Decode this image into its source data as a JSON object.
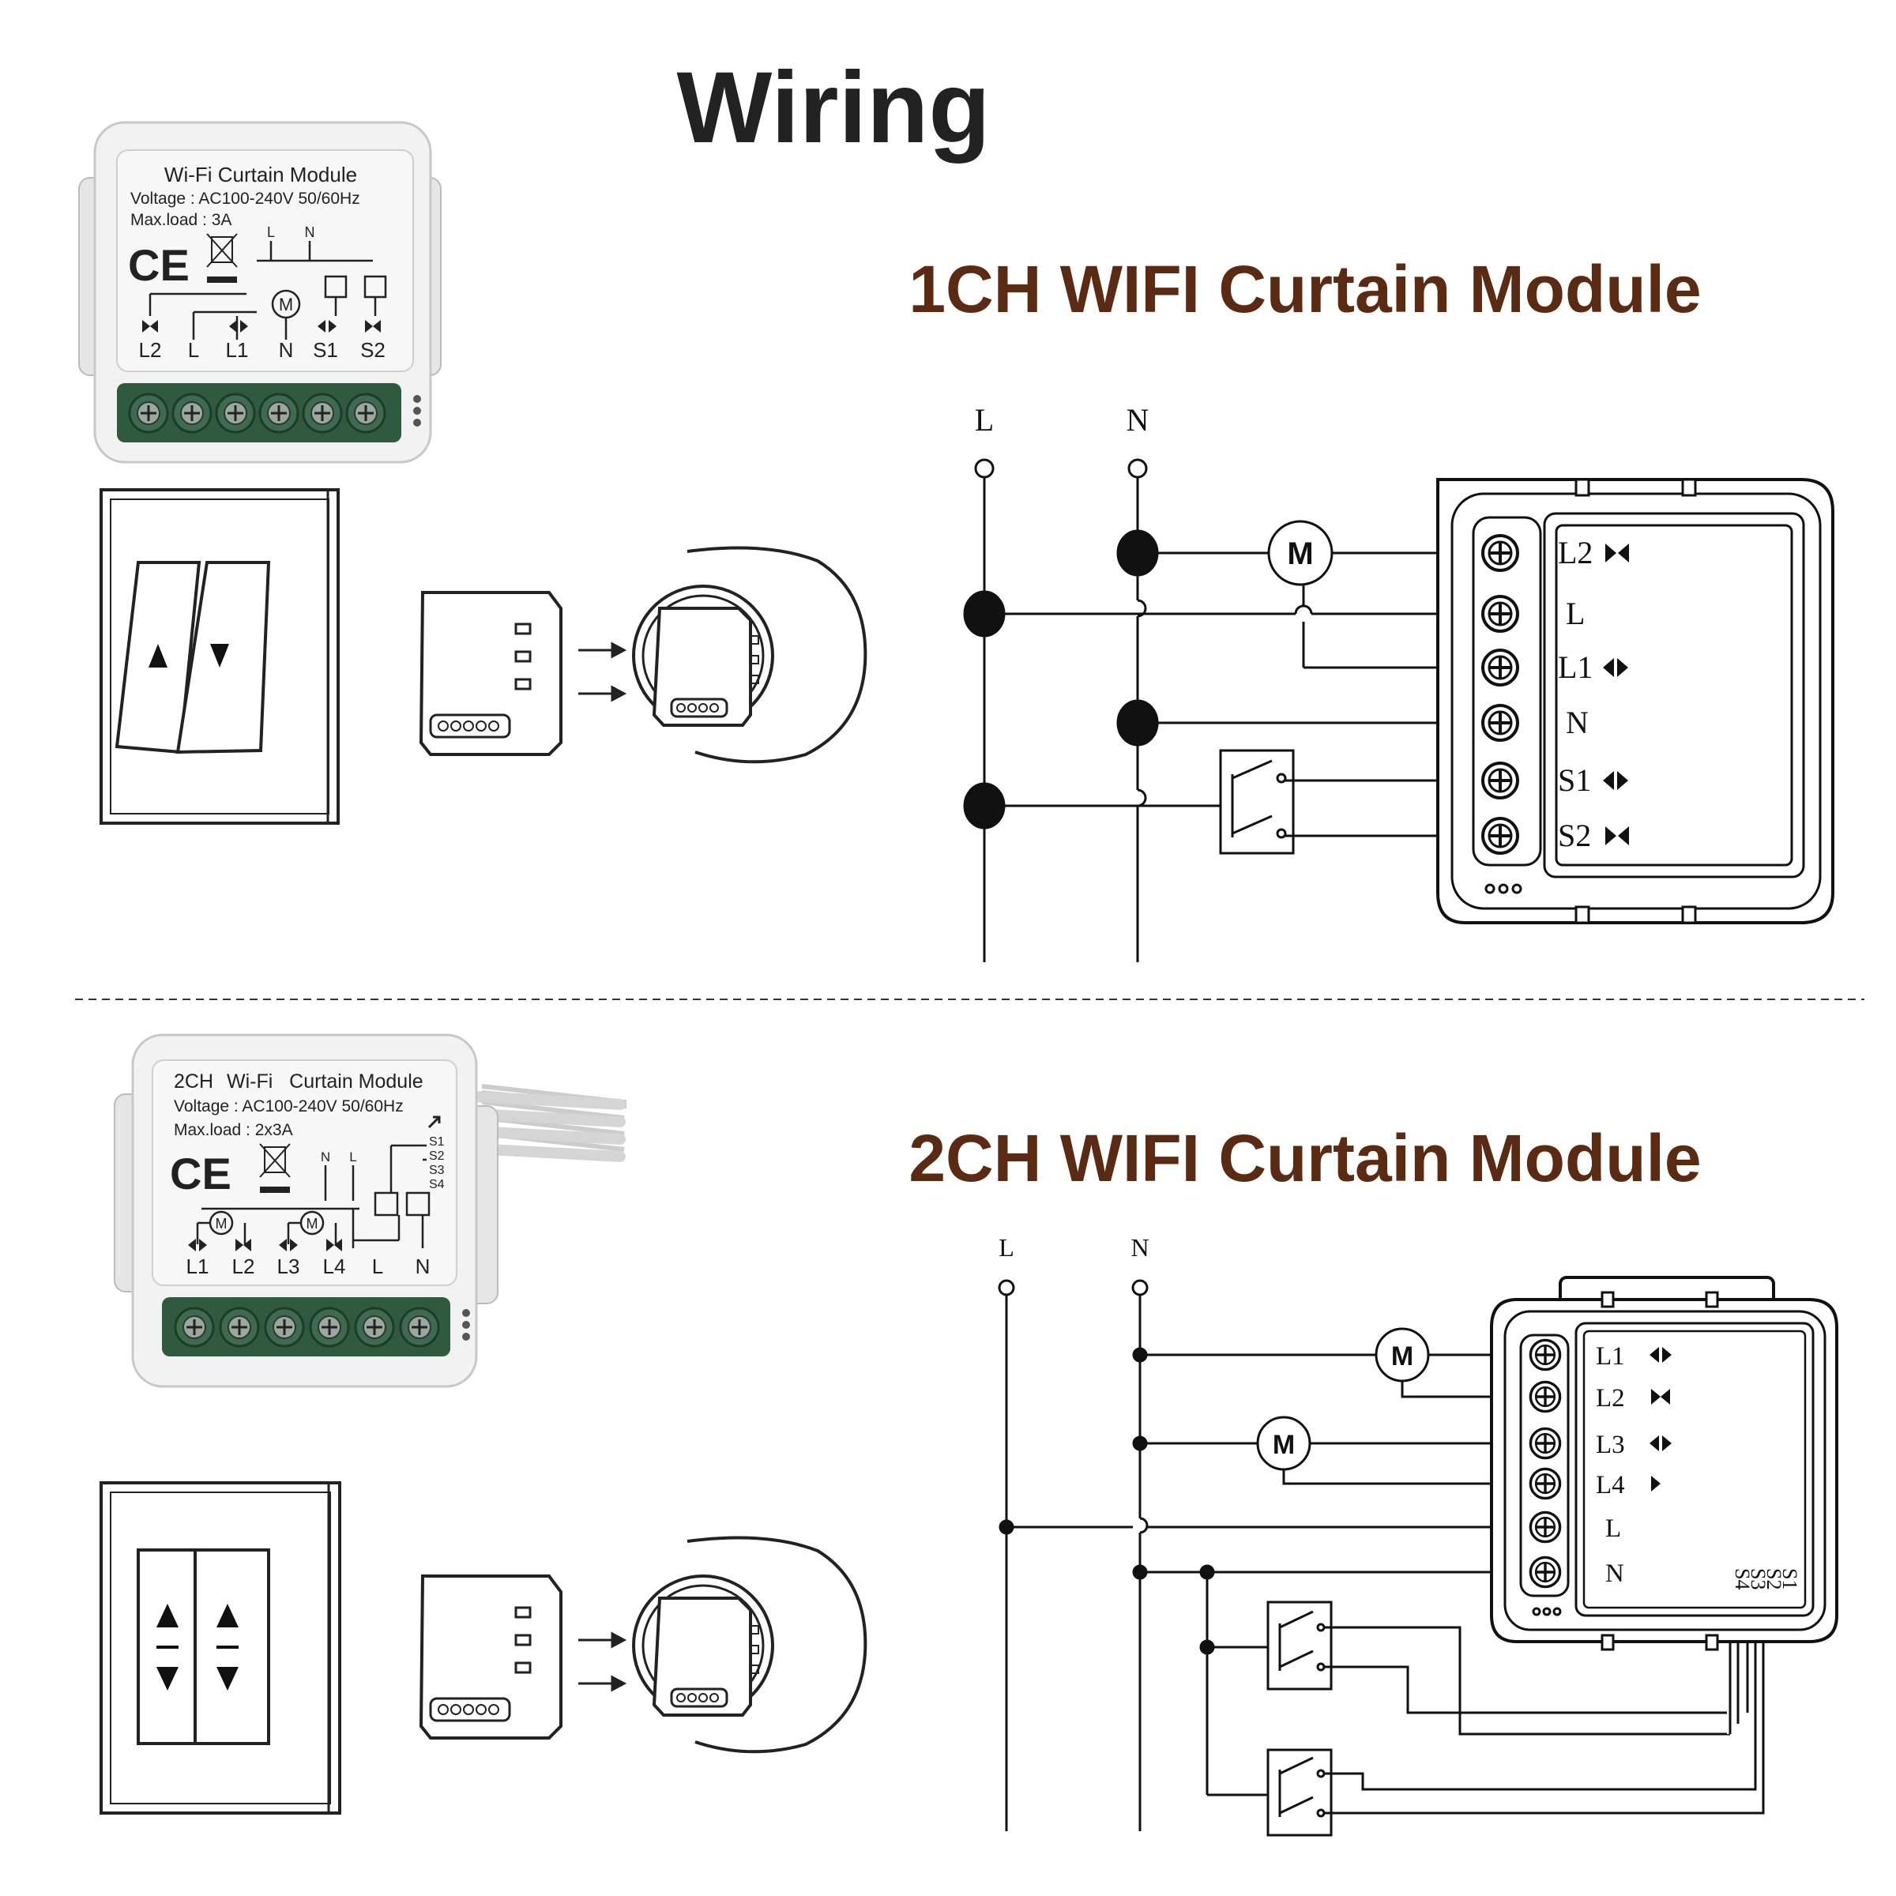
{
  "page": {
    "title": "Wiring"
  },
  "colors": {
    "heading": "#5a2a12",
    "title": "#222222",
    "terminal_green": "#3d6b4f",
    "ink": "#111111"
  },
  "section1": {
    "heading": "1CH WIFI Curtain Module",
    "module_label": {
      "name": "Wi-Fi Curtain Module",
      "voltage": "Voltage : AC100-240V 50/60Hz",
      "max_load": "Max.load : 3A",
      "ce": "CE",
      "top_l": "L",
      "top_n": "N",
      "motor": "M",
      "terminals": [
        "L2",
        "L",
        "L1",
        "N",
        "S1",
        "S2"
      ]
    },
    "diagram": {
      "line_l": "L",
      "line_n": "N",
      "motor": "M",
      "terminals": [
        "L2",
        "L",
        "L1",
        "N",
        "S1",
        "S2"
      ]
    }
  },
  "section2": {
    "heading": "2CH WIFI Curtain Module",
    "module_label": {
      "name_prefix": "2CH",
      "name": "Wi-Fi   Curtain Module",
      "voltage": "Voltage : AC100-240V 50/60Hz",
      "max_load": "Max.load : 2x3A",
      "ce": "CE",
      "top_n": "N",
      "top_l": "L",
      "motor": "M",
      "switch_inputs": [
        "S1",
        "S2",
        "S3",
        "S4"
      ],
      "terminals": [
        "L1",
        "L2",
        "L3",
        "L4",
        "L",
        "N"
      ]
    },
    "diagram": {
      "line_l": "L",
      "line_n": "N",
      "motor": "M",
      "terminals": [
        "L1",
        "L2",
        "L3",
        "L4",
        "L",
        "N"
      ],
      "switch_inputs": [
        "S1",
        "S2",
        "S3",
        "S4"
      ]
    }
  },
  "icons": [
    "up-arrow-icon",
    "down-arrow-icon",
    "motor-icon",
    "terminal-screw-icon",
    "open-arrow-icon",
    "close-arrow-icon"
  ]
}
